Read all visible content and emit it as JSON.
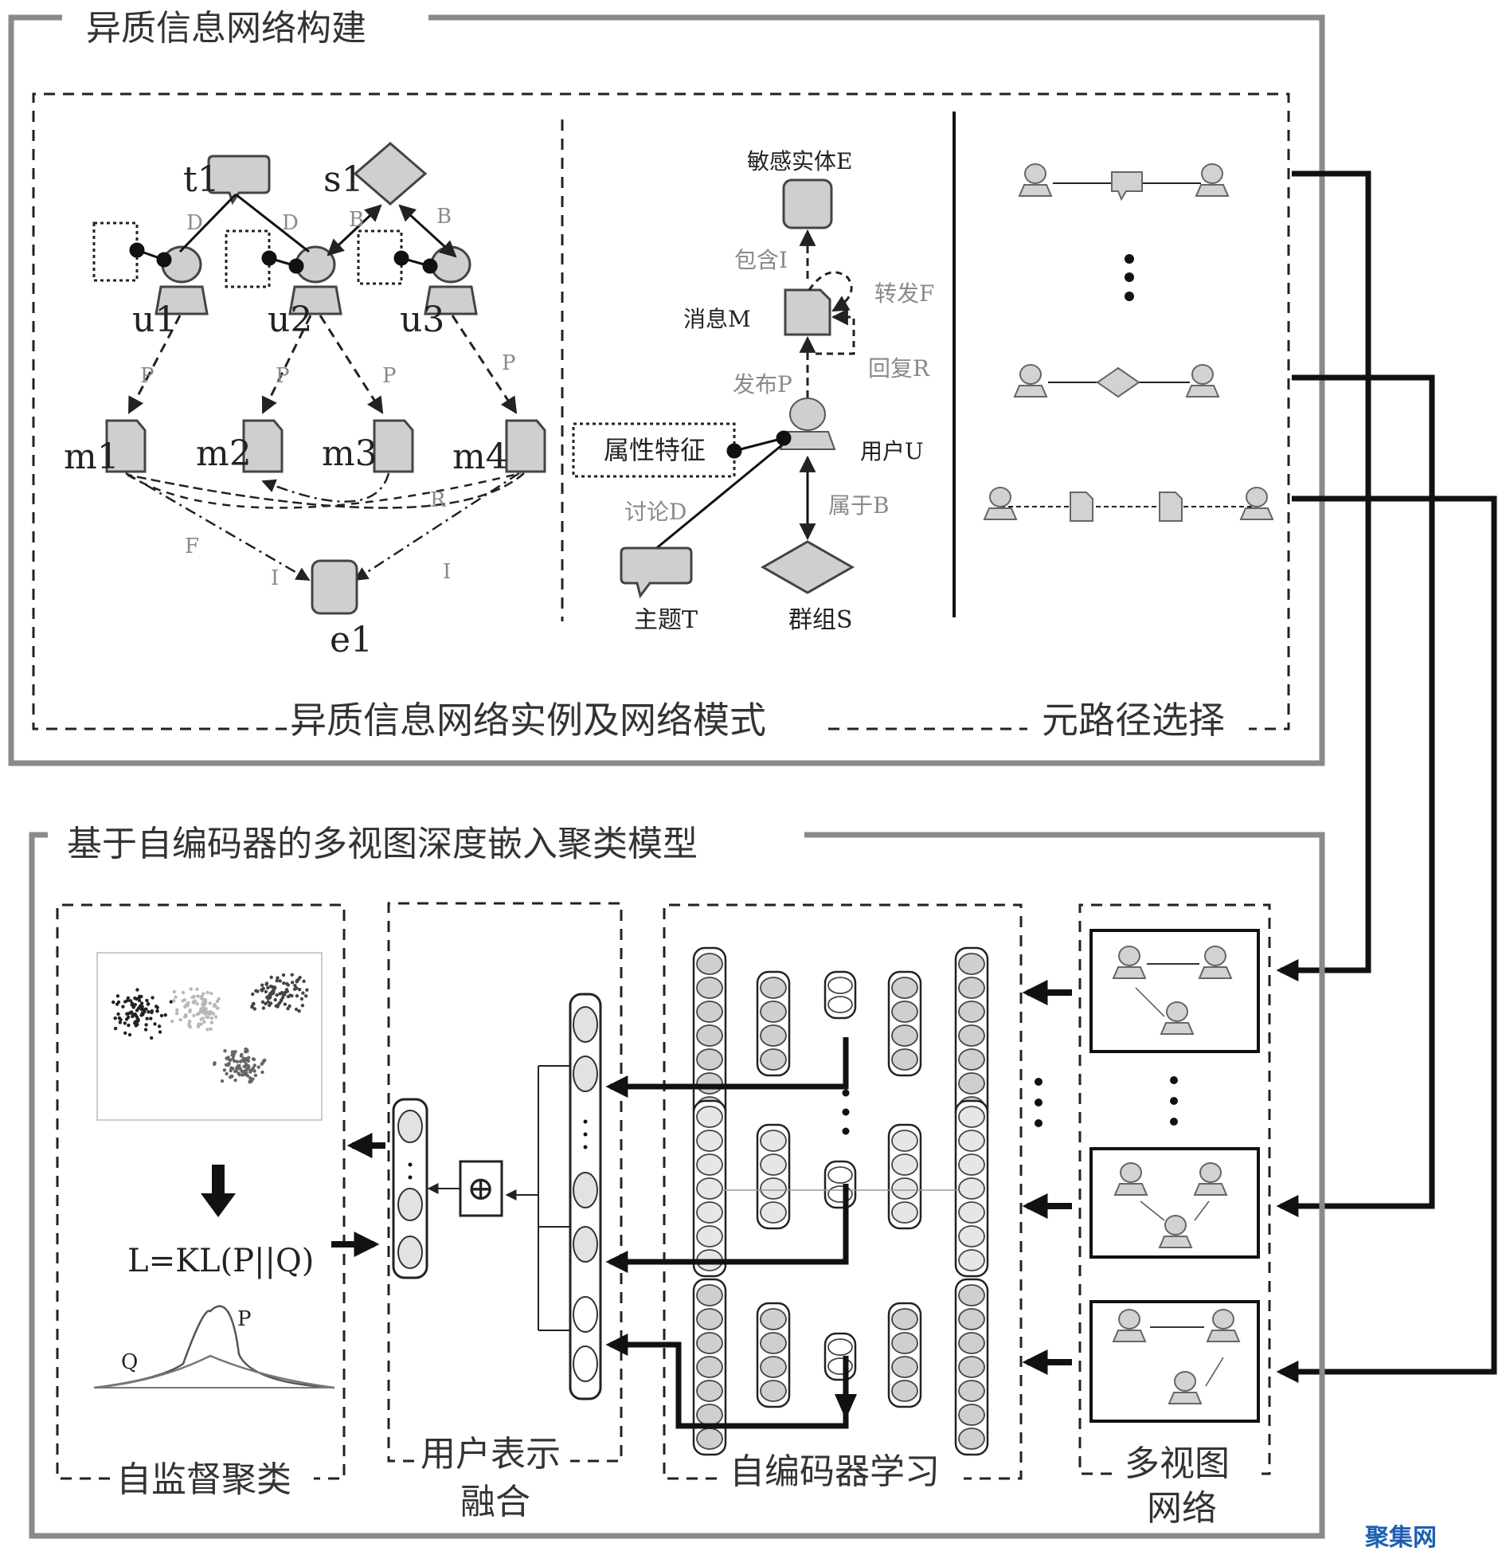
{
  "top_panel": {
    "title": "异质信息网络构建",
    "instance_caption": "异质信息网络实例及网络模式",
    "metapath_caption": "元路径选择",
    "instance": {
      "topic": "t1",
      "group": "s1",
      "users": [
        "u1",
        "u2",
        "u3"
      ],
      "messages": [
        "m1",
        "m2",
        "m3",
        "m4"
      ],
      "entity": "e1",
      "edge_labels": {
        "D": "D",
        "B": "B",
        "P": "P",
        "R": "R",
        "F": "F",
        "I": "I"
      }
    },
    "schema": {
      "entity": "敏感实体E",
      "contains": "包含I",
      "message": "消息M",
      "forward": "转发F",
      "reply": "回复R",
      "publish": "发布P",
      "attribute": "属性特征",
      "user": "用户U",
      "discuss": "讨论D",
      "belong": "属于B",
      "topic": "主题T",
      "group": "群组S"
    }
  },
  "bottom_panel": {
    "title": "基于自编码器的多视图深度嵌入聚类模型",
    "clustering_caption": "自监督聚类",
    "loss_formula": "L=KL(P||Q)",
    "dist_p": "P",
    "dist_q": "Q",
    "fusion_caption_line1": "用户表示",
    "fusion_caption_line2": "融合",
    "autoencoder_caption": "自编码器学习",
    "multiview_caption_line1": "多视图",
    "multiview_caption_line2": "网络",
    "fusion_symbol": "⊕"
  },
  "watermark": "聚集网",
  "colors": {
    "ink": "#222222",
    "node_fill": "#cfcfcf",
    "frame": "#8a8a8a",
    "watermark": "#1e5fb4"
  }
}
